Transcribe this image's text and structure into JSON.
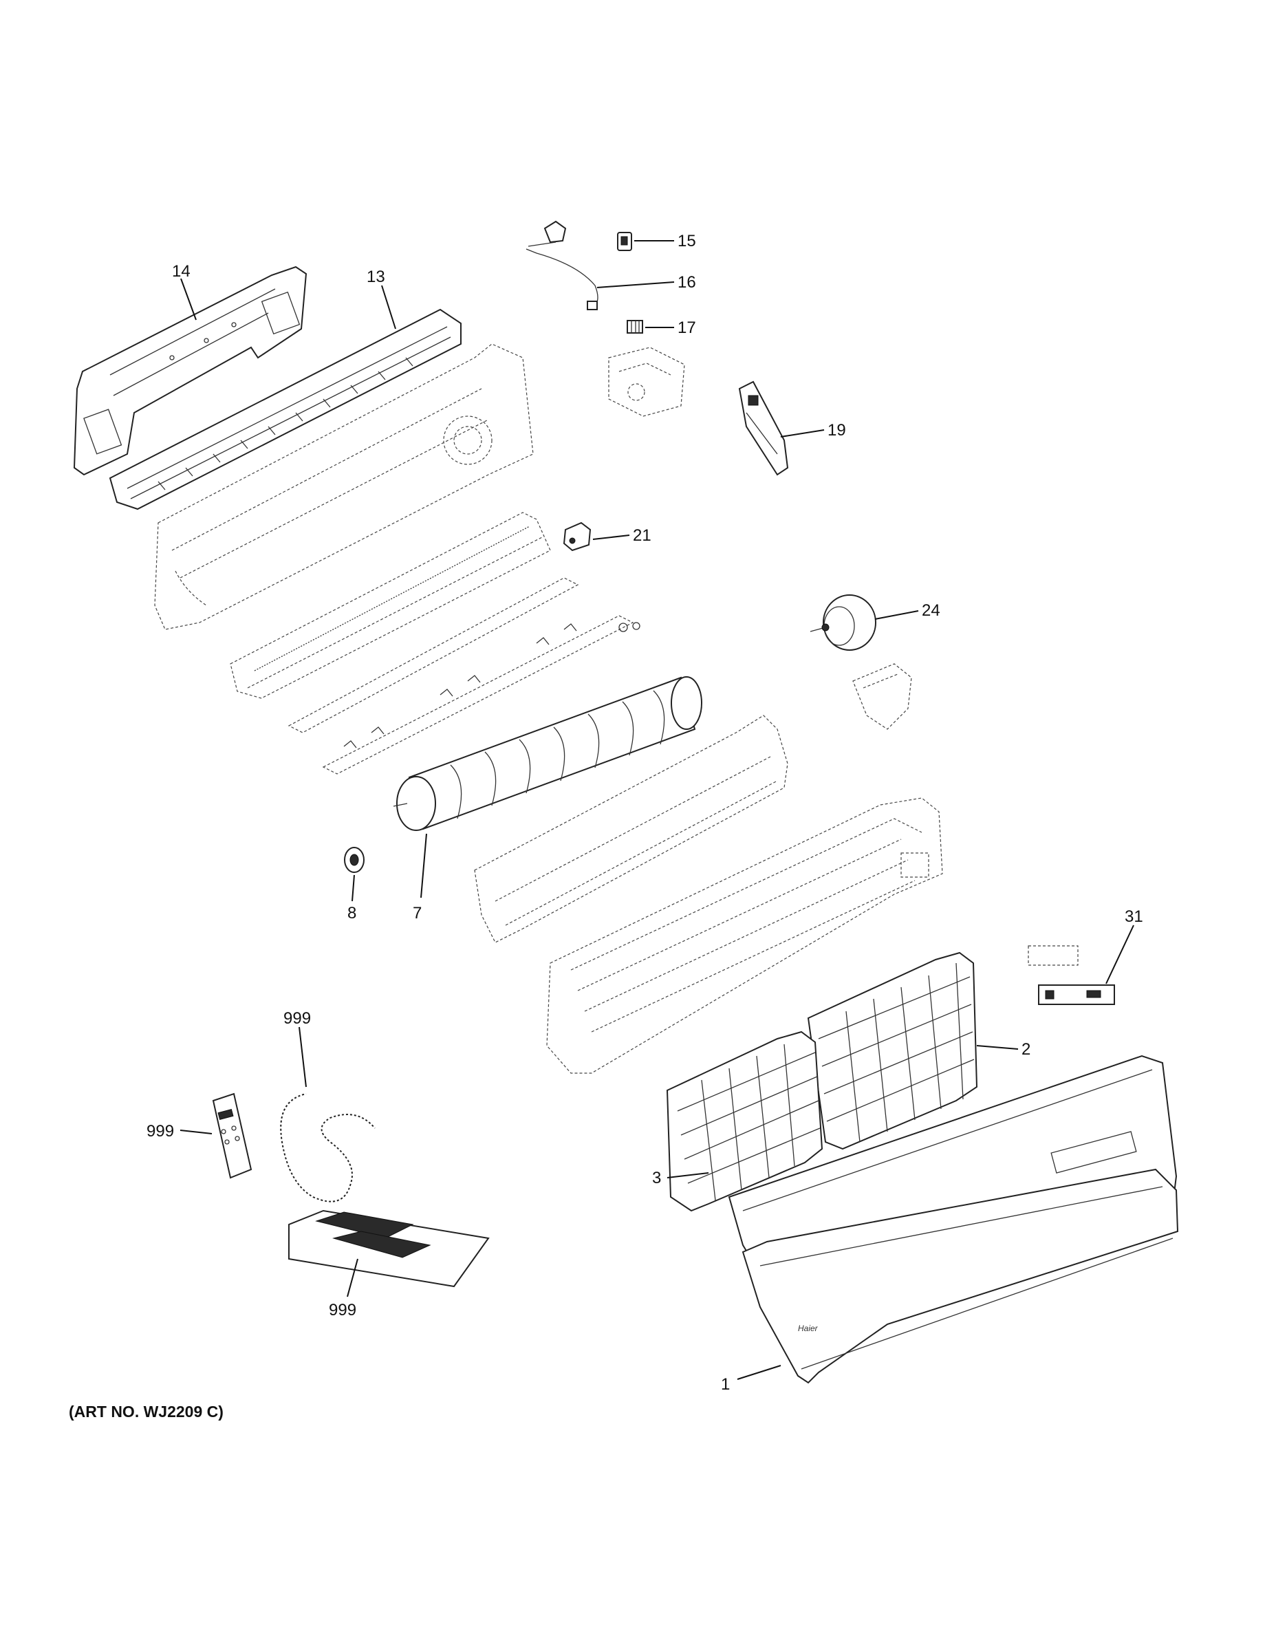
{
  "diagram": {
    "art_number": "(ART NO. WJ2209 C)",
    "callouts": {
      "c14": "14",
      "c13": "13",
      "c15": "15",
      "c16": "16",
      "c17": "17",
      "c19": "19",
      "c21": "21",
      "c24": "24",
      "c8": "8",
      "c7": "7",
      "c31": "31",
      "c2": "2",
      "c3": "3",
      "c999_cable": "999",
      "c999_remote": "999",
      "c999_pack": "999",
      "c1": "1"
    },
    "logo_text": "Haier"
  }
}
